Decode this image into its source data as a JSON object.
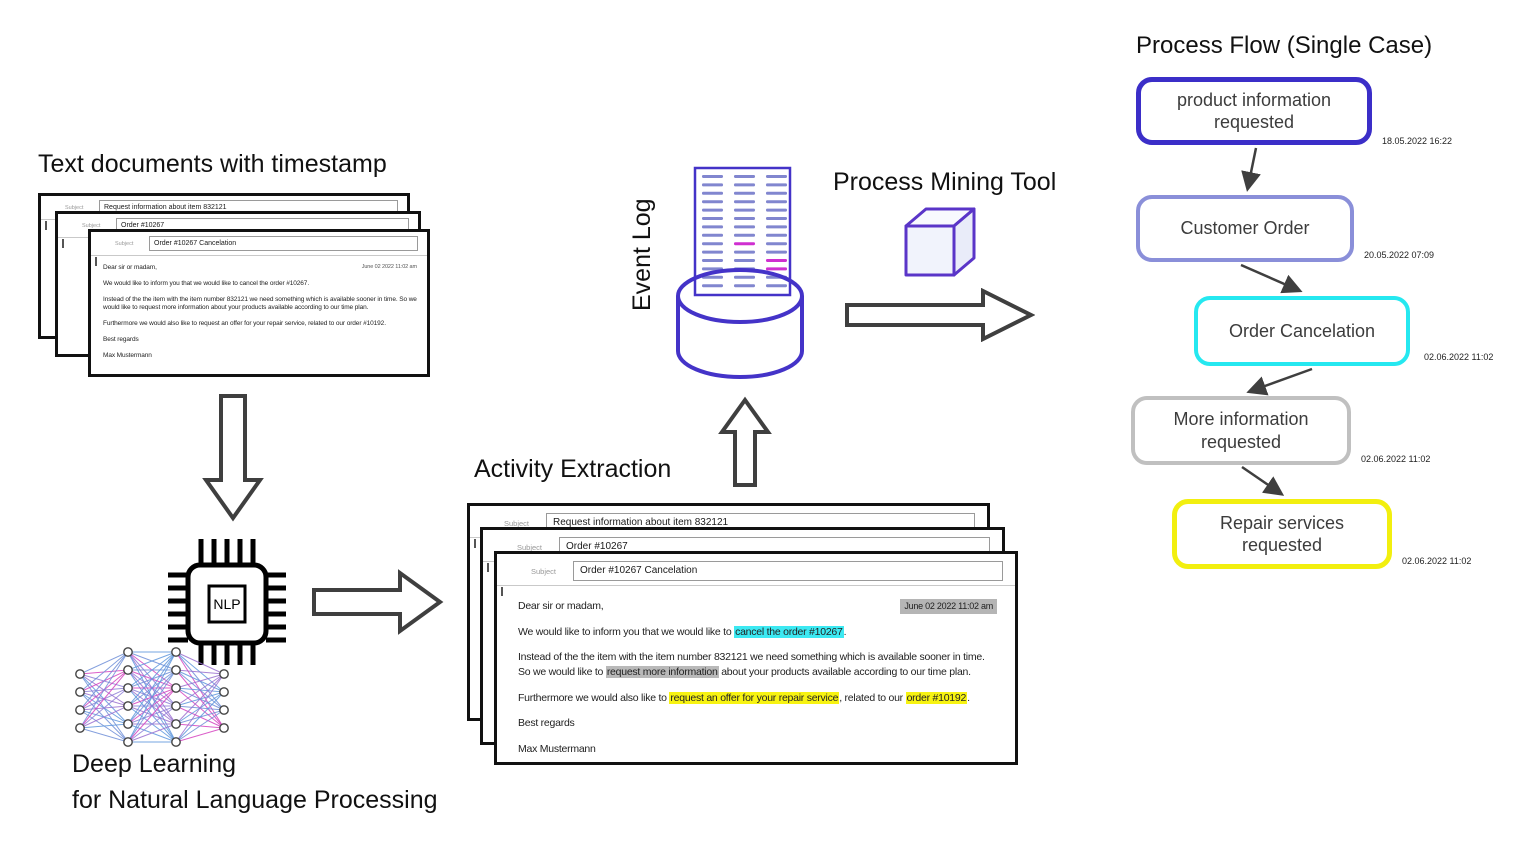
{
  "colors": {
    "indigo": "#4433c8",
    "periwinkle": "#8186cf",
    "magenta": "#cf2fd0",
    "arrow_gray": "#3f3f3f",
    "cube_purple": "#5a35c8",
    "highlight_cyan": "#3ce9f2",
    "highlight_gray": "#b9b9b9",
    "highlight_yellow": "#f7f312",
    "date_gray": "#b5b5b5",
    "nn_palette": [
      "#6f8fd8",
      "#9a6fd0",
      "#d543c0",
      "#5f97dd",
      "#8f7fd8"
    ]
  },
  "left_section": {
    "title": "Text documents with timestamp"
  },
  "documents": {
    "subject_label": "Subject",
    "subjects": [
      "Request information about item 832121",
      "Order #10267",
      "Order #10267 Cancelation"
    ]
  },
  "email": {
    "greeting": "Dear sir or madam,",
    "date": "June 02 2022 11:02 am",
    "p1": [
      {
        "t": "We would like to inform you that we would like to "
      },
      {
        "t": "cancel the order #10267",
        "hl": "cyan"
      },
      {
        "t": "."
      }
    ],
    "p2": [
      {
        "t": "Instead of the the item with the item number 832121 we need something which is available sooner in time. So we would like to "
      },
      {
        "t": "request more information",
        "hl": "gray"
      },
      {
        "t": " about your products available according to our time plan."
      }
    ],
    "p3": [
      {
        "t": "Furthermore we would also like to "
      },
      {
        "t": "request an offer for your repair service",
        "hl": "yellow"
      },
      {
        "t": ", related to our "
      },
      {
        "t": "order #10192",
        "hl": "yellow"
      },
      {
        "t": "."
      }
    ],
    "closing": "Best regards",
    "signature": "Max Mustermann"
  },
  "nlp": {
    "chip_label": "NLP",
    "caption_line1": "Deep Learning",
    "caption_line2": "for Natural Language Processing"
  },
  "activity_extraction": {
    "title": "Activity Extraction"
  },
  "event_log": {
    "label": "Event Log"
  },
  "process_mining": {
    "title": "Process Mining Tool"
  },
  "process_flow": {
    "title": "Process Flow (Single Case)",
    "nodes": [
      {
        "label": "product information requested",
        "timestamp": "18.05.2022 16:22",
        "color": "#3b2ec8"
      },
      {
        "label": "Customer Order",
        "timestamp": "20.05.2022 07:09",
        "color": "#8a8fd9"
      },
      {
        "label": "Order Cancelation",
        "timestamp": "02.06.2022 11:02",
        "color": "#25e8f0"
      },
      {
        "label": "More information requested",
        "timestamp": "02.06.2022 11:02",
        "color": "#c0c0c0"
      },
      {
        "label": "Repair services requested",
        "timestamp": "02.06.2022 11:02",
        "color": "#f2ef0f"
      }
    ]
  }
}
